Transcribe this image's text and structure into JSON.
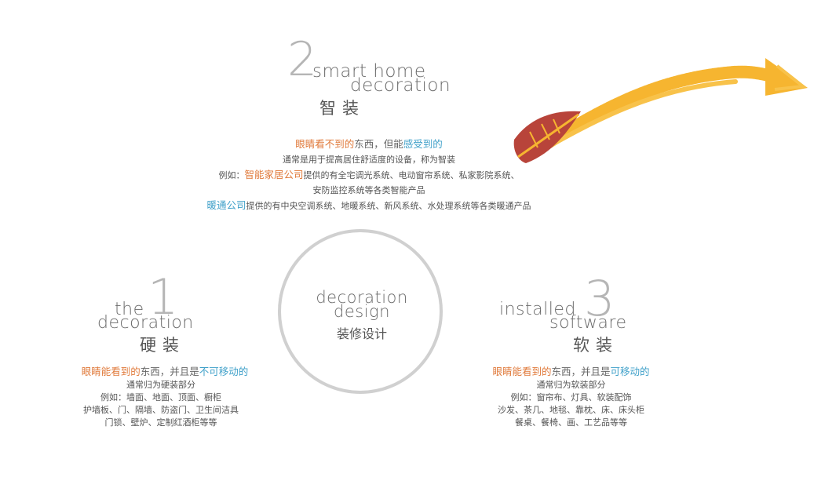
{
  "smart": {
    "number": "2",
    "en_line1": "smart home",
    "en_line2": "decoration",
    "cn_title": "智装",
    "tag": {
      "p1": "眼睛看不到的",
      "p2": "东西，但能",
      "p3": "感受到的"
    },
    "body": {
      "line1": "通常是用于提高居住舒适度的设备，称为智装",
      "line2_a": "例如：",
      "line2_b": "智能家居公司",
      "line2_c": "提供的有全宅调光系统、电动窗帘系统、私家影院系统、",
      "line3": "安防监控系统等各类智能产品",
      "line4_a": "暖通公司",
      "line4_b": "提供的有中央空调系统、地暖系统、新风系统、水处理系统等各类暖通产品"
    }
  },
  "center": {
    "en_line1": "decoration",
    "en_line2": "design",
    "cn": "装修设计"
  },
  "hard": {
    "number": "1",
    "en_line1": "the",
    "en_line2": "decoration",
    "cn_title": "硬装",
    "tag": {
      "p1": "眼睛能看到的",
      "p2": "东西，并且是",
      "p3": "不可移动的"
    },
    "body": [
      "通常归为硬装部分",
      "例如：墙面、地面、顶面、橱柜",
      "护墙板、门、隔墙、防盗门、卫生间洁具",
      "门锁、壁炉、定制红酒柜等等"
    ]
  },
  "soft": {
    "number": "3",
    "en_line1": "installed",
    "en_line2": "software",
    "cn_title": "软装",
    "tag": {
      "p1": "眼睛能看到的",
      "p2": "东西，并且是",
      "p3": "可移动的"
    },
    "body": [
      "通常归为软装部分",
      "例如：窗帘布、灯具、软装配饰",
      "沙发、茶几、地毯、靠枕、床、床头柜",
      "餐桌、餐椅、画、工艺品等等"
    ]
  },
  "colors": {
    "orange": "#e07a3b",
    "blue": "#3fa0c9",
    "arrow": "#f6b530",
    "leaf": "#b8443a",
    "ring": "#d0d0d0"
  },
  "icons": {
    "arrow": "swoosh-arrow-icon",
    "leaf": "leaf-icon"
  }
}
